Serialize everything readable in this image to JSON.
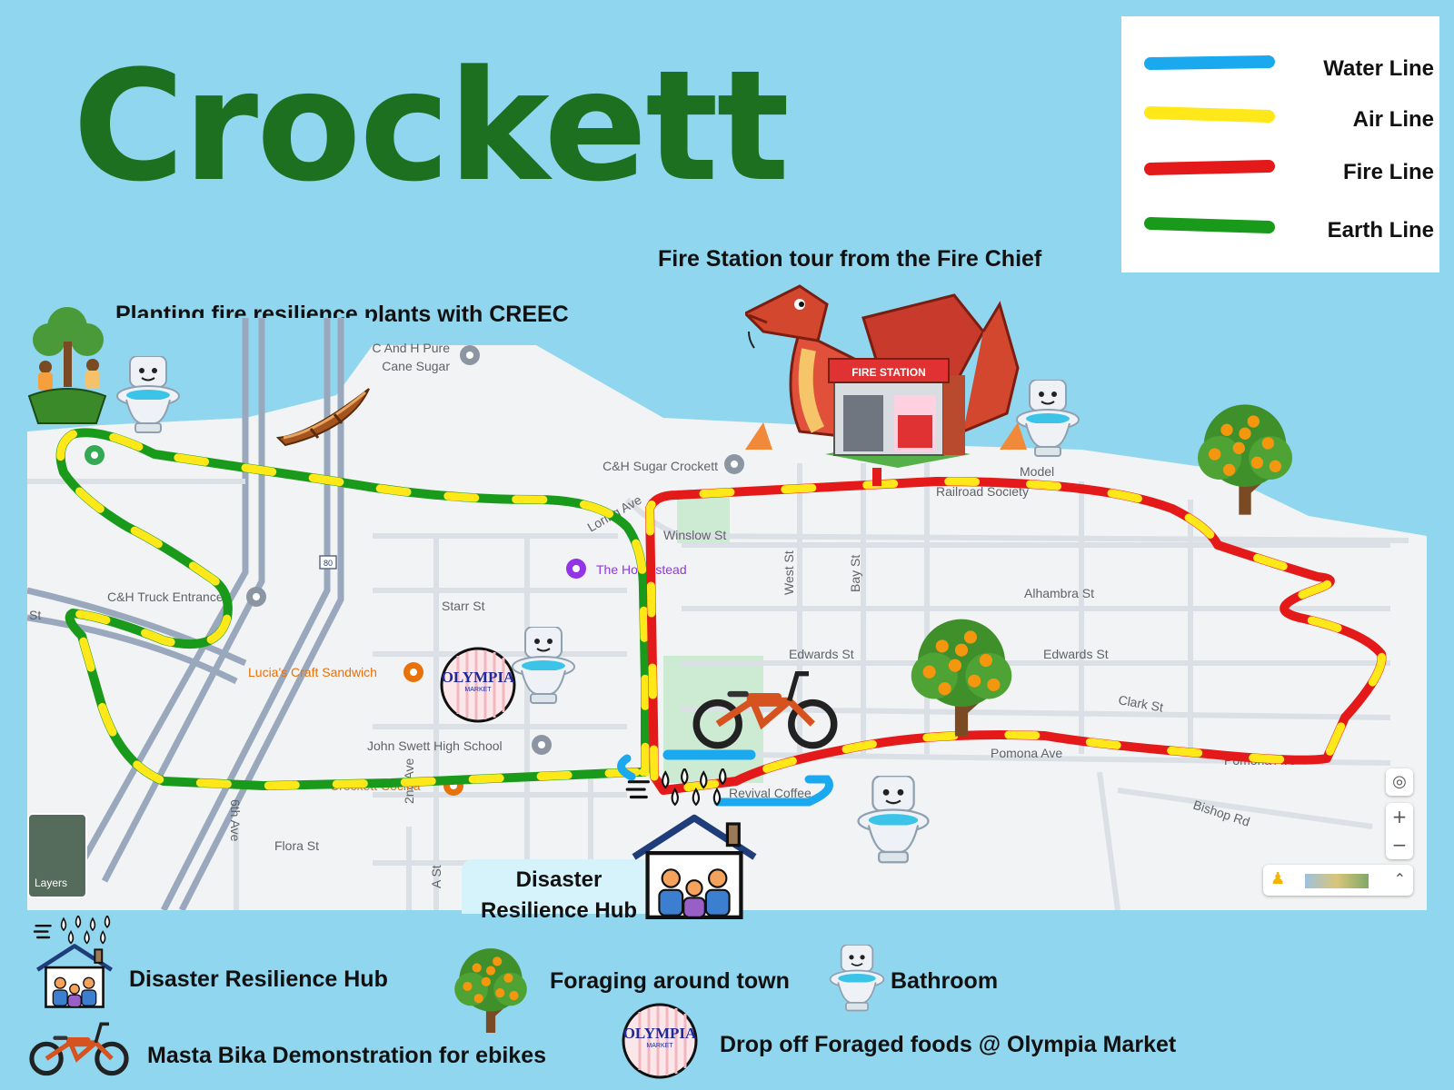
{
  "title": "Crockett",
  "legend": [
    {
      "label": "Water Line",
      "color": "#1aa9ee"
    },
    {
      "label": "Air Line",
      "color": "#ffe81a"
    },
    {
      "label": "Fire Line",
      "color": "#e41a1a"
    },
    {
      "label": "Earth Line",
      "color": "#1a9a1a"
    }
  ],
  "captions": {
    "planting": "Planting fire resilience plants with CREEC",
    "fire_station": "Fire Station tour from the Fire Chief",
    "fire_station_sign": "FIRE STATION",
    "hub": "Disaster Resilience Hub",
    "olympia": "OLYMPIA",
    "olympia_sub": "MARKET"
  },
  "map_labels": {
    "ch_pure_1": "C And H Pure",
    "ch_pure_2": "Cane Sugar",
    "ch_sugar": "C&H Sugar Crockett",
    "railroad_1": "Model",
    "railroad_2": "Railroad Society",
    "loring": "Loring Ave",
    "winslow": "Winslow St",
    "homestead": "The Homestead",
    "west_st": "West St",
    "bay_st": "Bay St",
    "alhambra": "Alhambra St",
    "ch_truck": "C&H Truck Entrance",
    "starr": "Starr St",
    "lucias": "Lucia's Craft Sandwich",
    "edwards1": "Edwards St",
    "edwards2": "Edwards St",
    "clark": "Clark St",
    "john_swett": "John Swett High School",
    "pomona1": "Pomona Ave",
    "pomona2": "Pomona Ave",
    "crockett_cocina": "Crockett Cocina",
    "revival": "Revival Coffee",
    "bishop": "Bishop Rd",
    "sixth": "6th Ave",
    "second": "2nd Ave",
    "flora": "Flora St",
    "a_st": "A St",
    "st": "St",
    "route": "80",
    "layers": "Layers"
  },
  "key": {
    "hub": "Disaster Resilience Hub",
    "foraging": "Foraging around town",
    "bathroom": "Bathroom",
    "bike": "Masta Bika Demonstration for ebikes",
    "dropoff": "Drop off Foraged foods  @ Olympia Market"
  },
  "icons": {
    "tree": "orange-tree-icon",
    "toilet": "toilet-icon",
    "hub": "house-rain-icon",
    "bike": "ebike-icon",
    "olympia": "olympia-market-logo",
    "dragon": "dragon-icon",
    "canoe": "canoe-icon",
    "plant": "planting-tree-icon"
  }
}
